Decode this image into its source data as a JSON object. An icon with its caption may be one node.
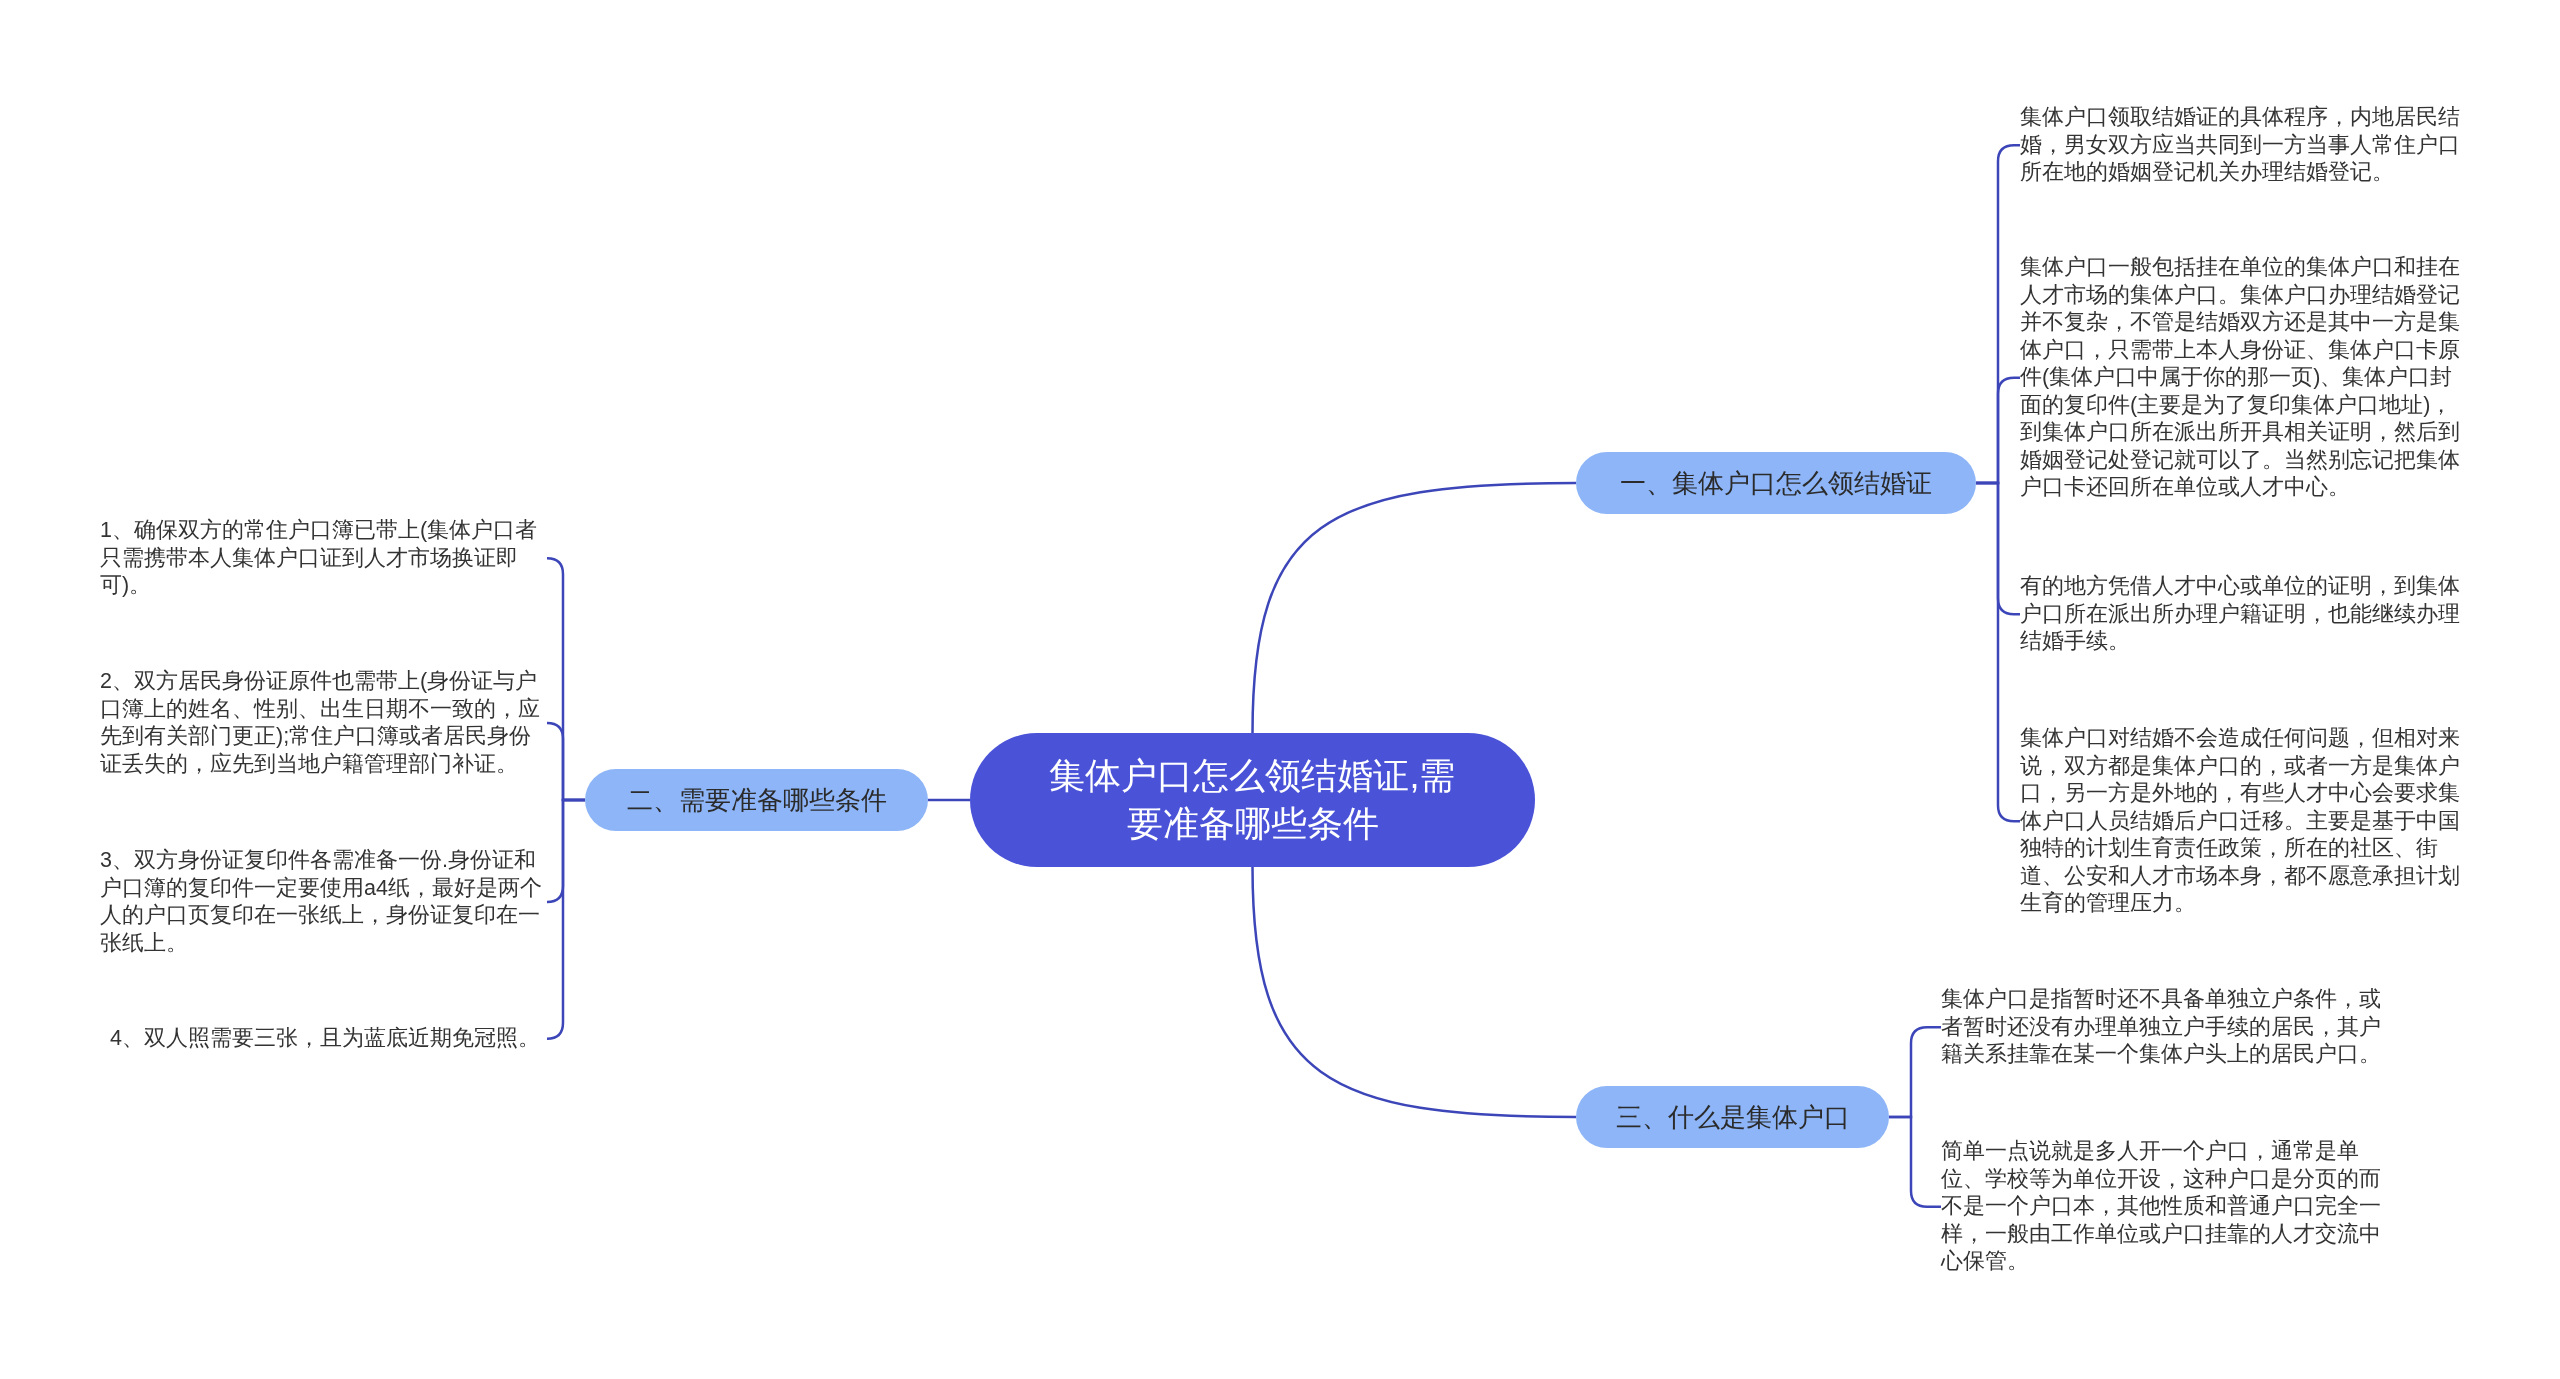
{
  "diagram": {
    "nodes": [
      {
        "text": [
          "集体户口怎么领结婚证,需要准备哪些条件"
        ]
      },
      {
        "text": [
          "一、集体户口怎么领结婚证"
        ]
      },
      {
        "text": [
          "集体户口领取结婚证的具体程序，内地居民结婚，男女双方应当共同到一方当事人常住户口所在地的婚姻登记机关办理结婚登记。"
        ]
      },
      {
        "text": [
          "集体户口一般包括挂在单位的集体户口和挂在人才市场的集体户口。集体户口办理结婚登记并不复杂，不管是结婚双方还是其中一方是集体户口，只需带上本人身份证、集体户口卡原件(集体户口中属于你的那一页)、集体户口封面的复印件(主要是为了复印集体户口地址)，到集体户口所在派出所开具相关证明，然后到婚姻登记处登记就可以了。当然别忘记把集体户口卡还回所在单位或人才中心。"
        ]
      },
      {
        "text": [
          "有的地方凭借人才中心或单位的证明，到集体户口所在派出所办理户籍证明，也能继续办理结婚手续。"
        ]
      },
      {
        "text": [
          "集体户口对结婚不会造成任何问题，但相对来说，双方都是集体户口的，或者一方是集体户口，另一方是外地的，有些人才中心会要求集体户口人员结婚后户口迁移。主要是基于中国独特的计划生育责任政策，所在的社区、街道、公安和人才市场本身，都不愿意承担计划生育的管理压力。"
        ]
      },
      {
        "text": [
          "二、需要准备哪些条件"
        ]
      },
      {
        "text": [
          "1、确保双方的常住户口簿已带上(集体户口者只需携带本人集体户口证到人才市场换证即可)。"
        ]
      },
      {
        "text": [
          "2、双方居民身份证原件也需带上(身份证与户口簿上的姓名、性别、出生日期不一致的，应先到有关部门更正);常住户口簿或者居民身份证丢失的，应先到当地户籍管理部门补证。"
        ]
      },
      {
        "text": [
          "3、双方身份证复印件各需准备一份.身份证和户口簿的复印件一定要使用a4纸，最好是两个人的户口页复印在一张纸上，身份证复印在一张纸上。"
        ]
      },
      {
        "text": [
          "4、双人照需要三张，且为蓝底近期免冠照。"
        ]
      },
      {
        "text": [
          "三、什么是集体户口"
        ]
      },
      {
        "text": [
          "集体户口是指暂时还不具备单独立户条件，或者暂时还没有办理单独立户手续的居民，其户籍关系挂靠在某一个集体户头上的居民户口。"
        ]
      },
      {
        "text": [
          "简单一点说就是多人开一个户口，通常是单位、学校等为单位开设，这种户口是分页的而不是一个户口本，其他性质和普通户口完全一样，一般由工作单位或户口挂靠的人才交流中心保管。"
        ]
      }
    ],
    "edges": [
      {
        "from": 0,
        "to": 1,
        "arrow": "none"
      },
      {
        "from": 1,
        "to": 2,
        "arrow": "none"
      },
      {
        "from": 1,
        "to": 3,
        "arrow": "none"
      },
      {
        "from": 1,
        "to": 4,
        "arrow": "none"
      },
      {
        "from": 1,
        "to": 5,
        "arrow": "none"
      },
      {
        "from": 0,
        "to": 6,
        "arrow": "none"
      },
      {
        "from": 6,
        "to": 7,
        "arrow": "none"
      },
      {
        "from": 6,
        "to": 8,
        "arrow": "none"
      },
      {
        "from": 6,
        "to": 9,
        "arrow": "none"
      },
      {
        "from": 6,
        "to": 10,
        "arrow": "none"
      },
      {
        "from": 0,
        "to": 11,
        "arrow": "none"
      },
      {
        "from": 11,
        "to": 12,
        "arrow": "none"
      },
      {
        "from": 11,
        "to": 13,
        "arrow": "none"
      }
    ]
  }
}
